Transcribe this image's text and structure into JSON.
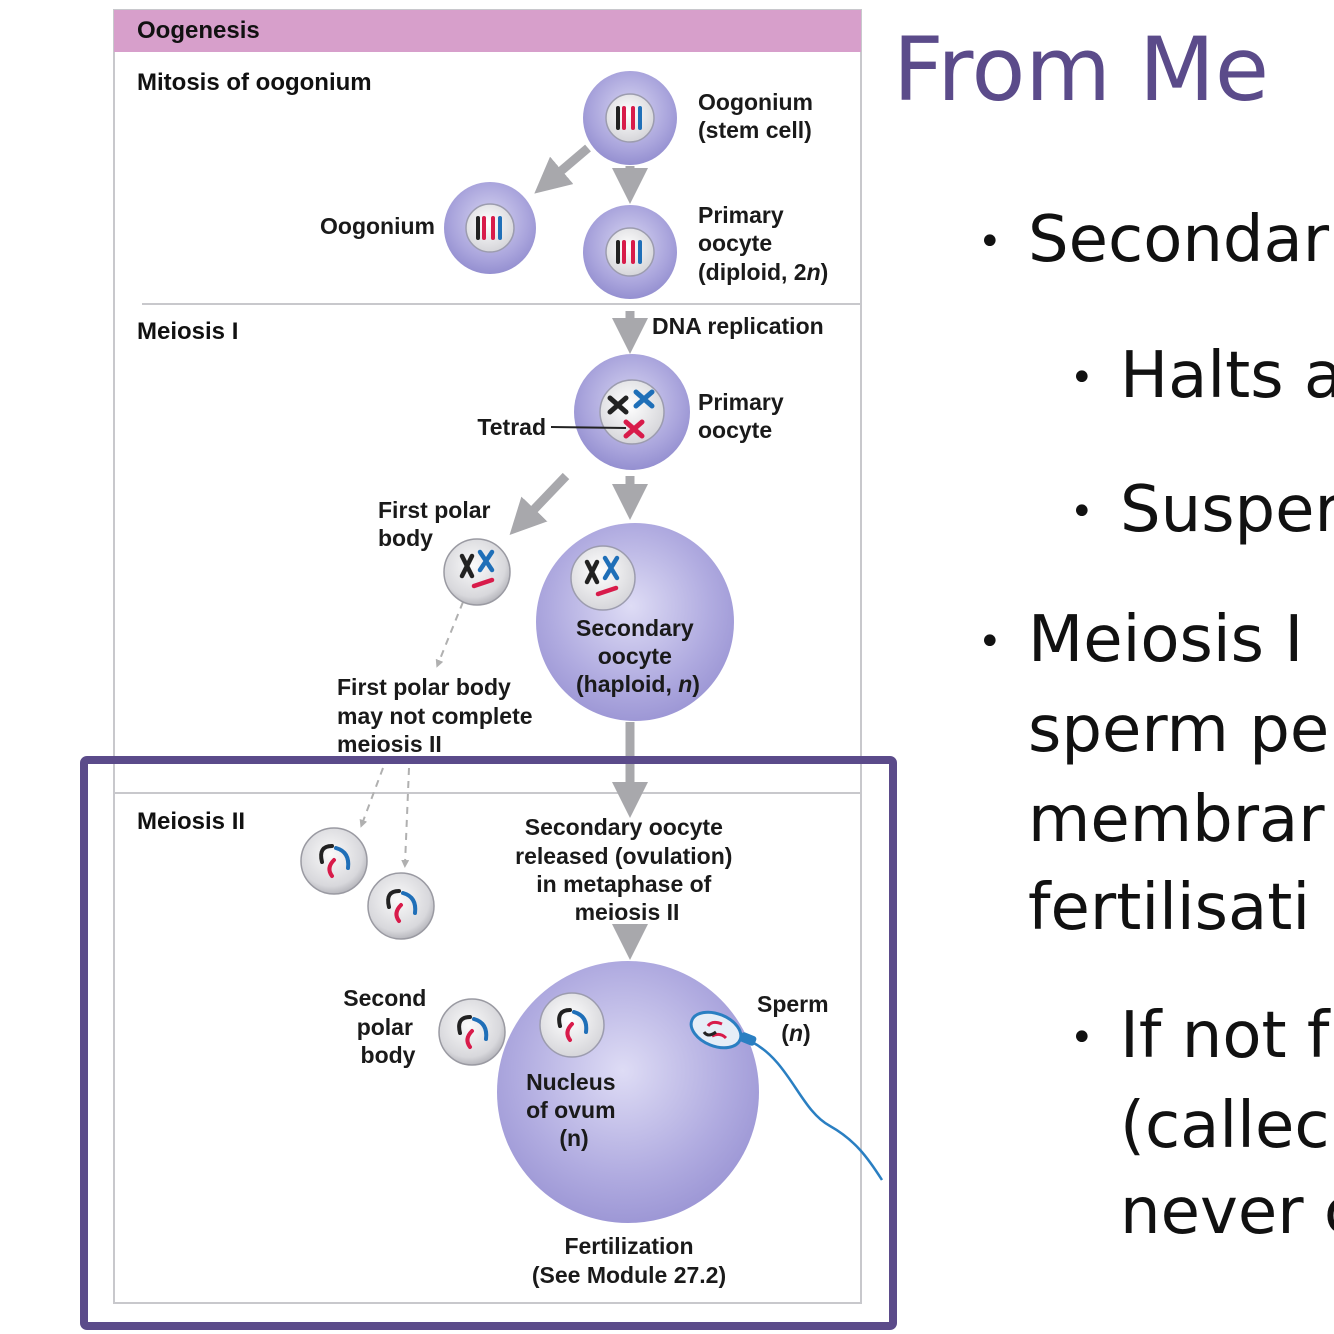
{
  "diagram": {
    "header": "Oogenesis",
    "sections": {
      "mitosis": "Mitosis of oogonium",
      "meiosis1": "Meiosis I",
      "meiosis2": "Meiosis II"
    },
    "labels": {
      "oogonium_stem": [
        "Oogonium",
        "(stem cell)"
      ],
      "oogonium": "Oogonium",
      "primary_oocyte_diploid": [
        "Primary",
        "oocyte",
        "(diploid, 2",
        "n",
        ")"
      ],
      "dna_replication": "DNA replication",
      "primary_oocyte": [
        "Primary",
        "oocyte"
      ],
      "tetrad": "Tetrad",
      "first_polar_body": [
        "First polar",
        "body"
      ],
      "secondary_oocyte": [
        "Secondary",
        "oocyte",
        "(haploid, ",
        "n",
        ")"
      ],
      "first_polar_note": [
        "First polar body",
        "may not complete",
        "meiosis II"
      ],
      "ovulation": [
        "Secondary oocyte",
        "released (ovulation)",
        "in metaphase of",
        "meiosis II"
      ],
      "second_polar_body": [
        "Second",
        "polar",
        "body"
      ],
      "sperm": [
        "Sperm",
        "(",
        "n",
        ")"
      ],
      "nucleus_ovum": [
        "Nucleus",
        "of ovum",
        "(n)"
      ],
      "fertilization": "Fertilization",
      "module_ref": "(See Module 27.2)"
    }
  },
  "slide": {
    "title": "From Me",
    "bullets": [
      "Secondar",
      "Halts a",
      "Susper",
      "Meiosis I",
      "sperm pe",
      "membrar",
      "fertilisati",
      "If  not f",
      "(callec",
      "never c"
    ]
  },
  "colors": {
    "header_band": "#d79fcb",
    "cell_fill": "#a9a4dc",
    "frame": "#5b4b8a",
    "title": "#5b4b8a",
    "chromosome_red": "#d81b4a",
    "chromosome_blue": "#1f6fb8"
  }
}
